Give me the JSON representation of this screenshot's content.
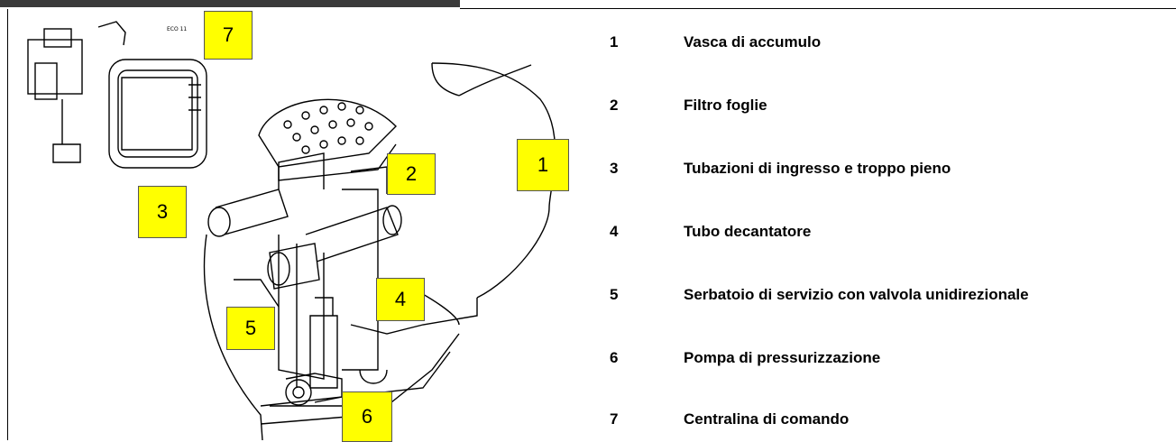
{
  "callouts": [
    "1",
    "2",
    "3",
    "4",
    "5",
    "6",
    "7"
  ],
  "legend": [
    {
      "number": "1",
      "label": "Vasca di accumulo"
    },
    {
      "number": "2",
      "label": "Filtro foglie"
    },
    {
      "number": "3",
      "label": "Tubazioni di ingresso e troppo pieno"
    },
    {
      "number": "4",
      "label": "Tubo decantatore"
    },
    {
      "number": "5",
      "label": "Serbatoio di servizio con valvola unidirezionale"
    },
    {
      "number": "6",
      "label": "Pompa di pressurizzazione"
    },
    {
      "number": "7",
      "label": "Centralina di comando"
    }
  ],
  "colors": {
    "callout_fill": "#ffff00",
    "line": "#000000"
  }
}
